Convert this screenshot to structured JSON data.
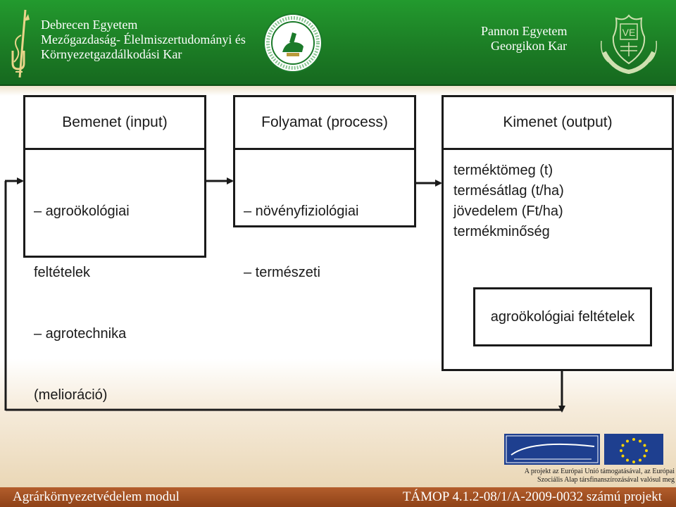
{
  "header": {
    "left_lines": [
      "Debrecen Egyetem",
      "Mezőgazdaság- Élelmiszertudományi és",
      "Környezetgazdálkodási Kar"
    ],
    "right_lines": [
      "Pannon Egyetem",
      "Georgikon Kar"
    ]
  },
  "diagram": {
    "input": {
      "title": "Bemenet (input)",
      "items": [
        "–  agroökológiai",
        "    feltételek",
        "–  agrotechnika",
        "    (melioráció)"
      ]
    },
    "process": {
      "title": "Folyamat (process)",
      "items": [
        "–  növényfiziológiai",
        "–  természeti"
      ]
    },
    "output": {
      "title": "Kimenet (output)",
      "items": [
        "terméktömeg (t)",
        "termésátlag (t/ha)",
        "jövedelem (Ft/ha)",
        "termékminőség"
      ],
      "inner_label": "agroökológiai feltételek"
    }
  },
  "eu": {
    "note_lines": [
      "A projekt az Európai Unió támogatásával, az Európai",
      "Szociális Alap társfinanszírozásával valósul meg"
    ]
  },
  "footer": {
    "left": "Agrárkörnyezetvédelem modul",
    "right": "TÁMOP 4.1.2-08/1/A-2009-0032 számú projekt"
  }
}
